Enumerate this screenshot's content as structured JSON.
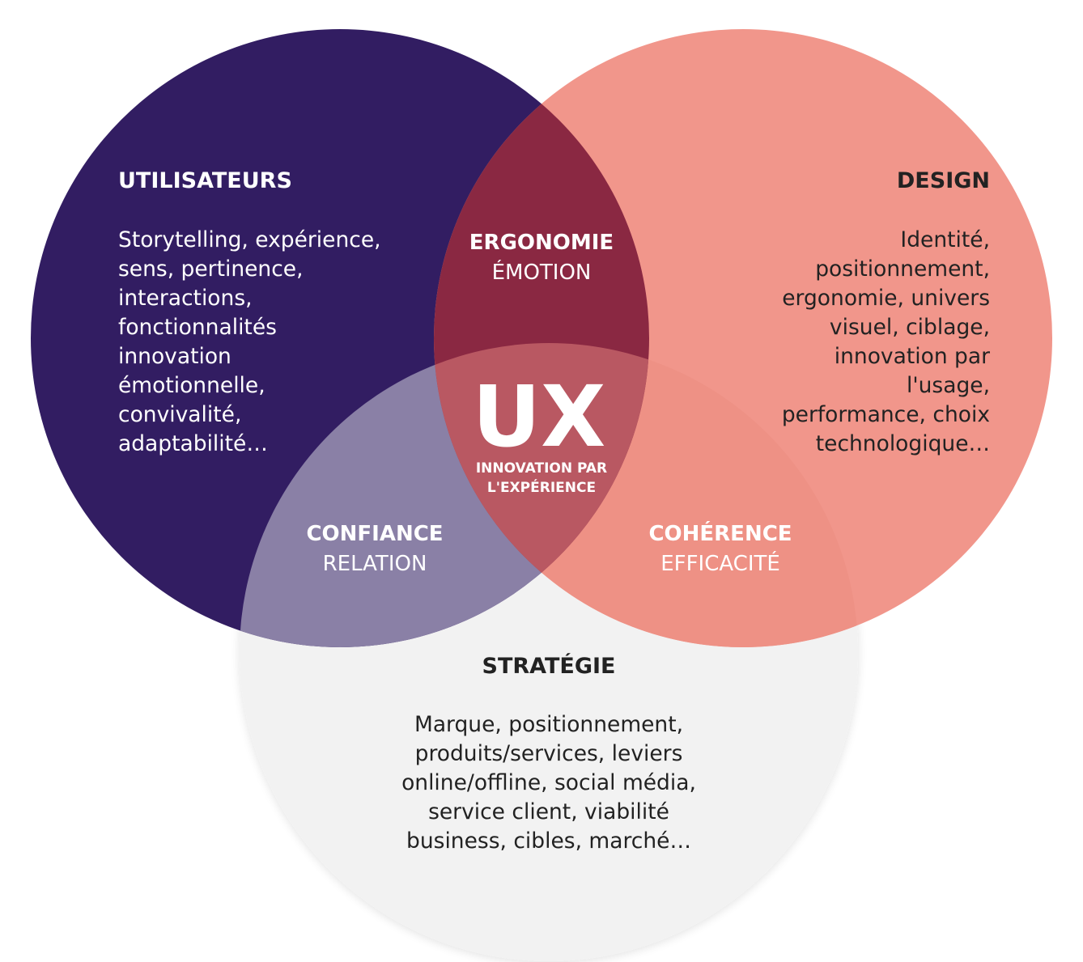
{
  "colors": {
    "background": "#ffffff",
    "utilisateurs": "#321d62",
    "design": "#f1968b",
    "strategie": "#f2f2f2",
    "ergonomie_overlap": "#8a2842",
    "confiance_overlap": "#8a80a6",
    "coherence_overlap": "#ee9185",
    "ux_center": "#b95862",
    "text_light": "#ffffff",
    "text_dark": "#222222"
  },
  "circles": {
    "utilisateurs": {
      "title": "UTILISATEURS",
      "lines": [
        "Storytelling, expérience,",
        "sens, pertinence,",
        "interactions,",
        "fonctionnalités",
        "innovation",
        "émotionnelle,",
        "convivalité,",
        "adaptabilité…"
      ]
    },
    "design": {
      "title": "DESIGN",
      "lines": [
        "Identité,",
        "positionnement,",
        "ergonomie, univers",
        "visuel, ciblage,",
        "innovation par",
        "l'usage,",
        "performance, choix",
        "technologique…"
      ]
    },
    "strategie": {
      "title": "STRATÉGIE",
      "lines": [
        "Marque, positionnement,",
        "produits/services, leviers",
        "online/offline, social média,",
        "service client, viabilité",
        "business, cibles, marché…"
      ]
    }
  },
  "overlaps": {
    "ergonomie": {
      "title": "ERGONOMIE",
      "subtitle": "ÉMOTION"
    },
    "confiance": {
      "title": "CONFIANCE",
      "subtitle": "RELATION"
    },
    "coherence": {
      "title": "COHÉRENCE",
      "subtitle": "EFFICACITÉ"
    }
  },
  "center": {
    "title": "UX",
    "subtitle_lines": [
      "INNOVATION PAR",
      "L'EXPÉRIENCE"
    ]
  }
}
